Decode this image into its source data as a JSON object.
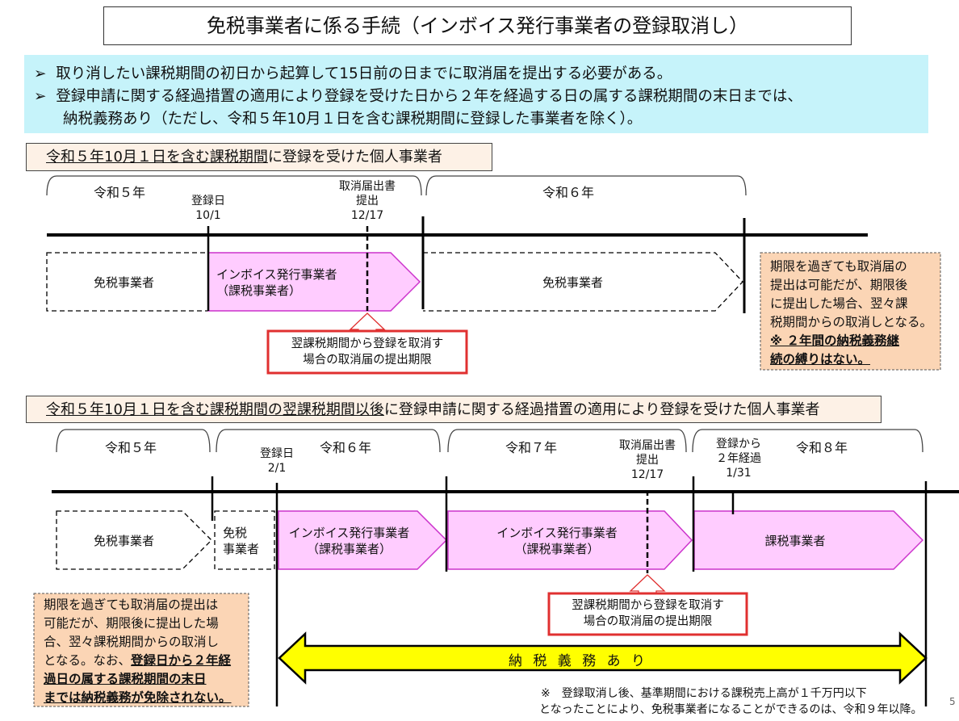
{
  "title": "免税事業者に係る手続（インボイス発行事業者の登録取消し）",
  "summary": {
    "bullet": "➢",
    "lines": [
      "取り消したい課税期間の初日から起算して15日前の日までに取消届を提出する必要がある。",
      "登録申請に関する経過措置の適用により登録を受けた日から２年を経過する日の属する課税期間の末日までは、",
      "納税義務あり（ただし、令和５年10月１日を含む課税期間に登録した事業者を除く）。"
    ]
  },
  "section1": {
    "header_underlined": "令和５年10月１日を含む課税期間",
    "header_rest": "に登録を受けた個人事業者",
    "years": [
      "令和５年",
      "令和６年"
    ],
    "registration": {
      "label": "登録日",
      "date": "10/1"
    },
    "cancel": {
      "label1": "取消届出書",
      "label2": "提出",
      "date": "12/17"
    },
    "bars": {
      "exempt": "免税事業者",
      "invoice1": "インボイス発行事業者",
      "invoice2": "（課税事業者）",
      "exempt2": "免税事業者"
    },
    "callout": [
      "翌課税期間から登録を取消す",
      "場合の取消届の提出期限"
    ],
    "note": {
      "lines": [
        "期限を過ぎても取消届の",
        "提出は可能だが、期限後",
        "に提出した場合、翌々課",
        "税期間からの取消しとなる。"
      ],
      "bold": [
        "※ ２年間の納税義務継",
        "続の縛りはない。"
      ]
    }
  },
  "section2": {
    "header_underlined": "令和５年10月１日を含む課税期間の翌課税期間以後",
    "header_rest": "に登録申請に関する経過措置の適用により登録を受けた個人事業者",
    "years": [
      "令和５年",
      "令和６年",
      "令和７年",
      "令和８年"
    ],
    "registration": {
      "label": "登録日",
      "date": "2/1"
    },
    "cancel": {
      "label1": "取消届出書",
      "label2": "提出",
      "date": "12/17"
    },
    "two_years": {
      "label1": "登録から",
      "label2": "２年経過",
      "date": "1/31"
    },
    "bars": {
      "exempt": "免税事業者",
      "exempt_short1": "免税",
      "exempt_short2": "事業者",
      "invoice1": "インボイス発行事業者",
      "invoice2": "（課税事業者）",
      "taxable": "課税事業者"
    },
    "callout": [
      "翌課税期間から登録を取消す",
      "場合の取消届の提出期限"
    ],
    "note": {
      "lines": [
        "期限を過ぎても取消届の提出は",
        "可能だが、期限後に提出した場",
        "合、翌々課税期間からの取消し",
        "となる。なお、"
      ],
      "bold": [
        "登録日から２年経",
        "過日の属する課税期間の末日",
        "までは納税義務が免除されない。"
      ]
    },
    "obligation": "納 税 義 務 あ り",
    "footnote": [
      "※　登録取消し後、基準期間における課税売上高が１千万円以下",
      "となったことにより、免税事業者になることができるのは、令和９年以降。"
    ]
  },
  "page_number": "5",
  "colors": {
    "pink": "#ffccff",
    "pink_border": "#cc33cc",
    "cyan": "#c6f3fa",
    "beige": "#fdf1e6",
    "note": "#fbd5b5",
    "yellow": "#ffff00",
    "red": "#e03030"
  }
}
